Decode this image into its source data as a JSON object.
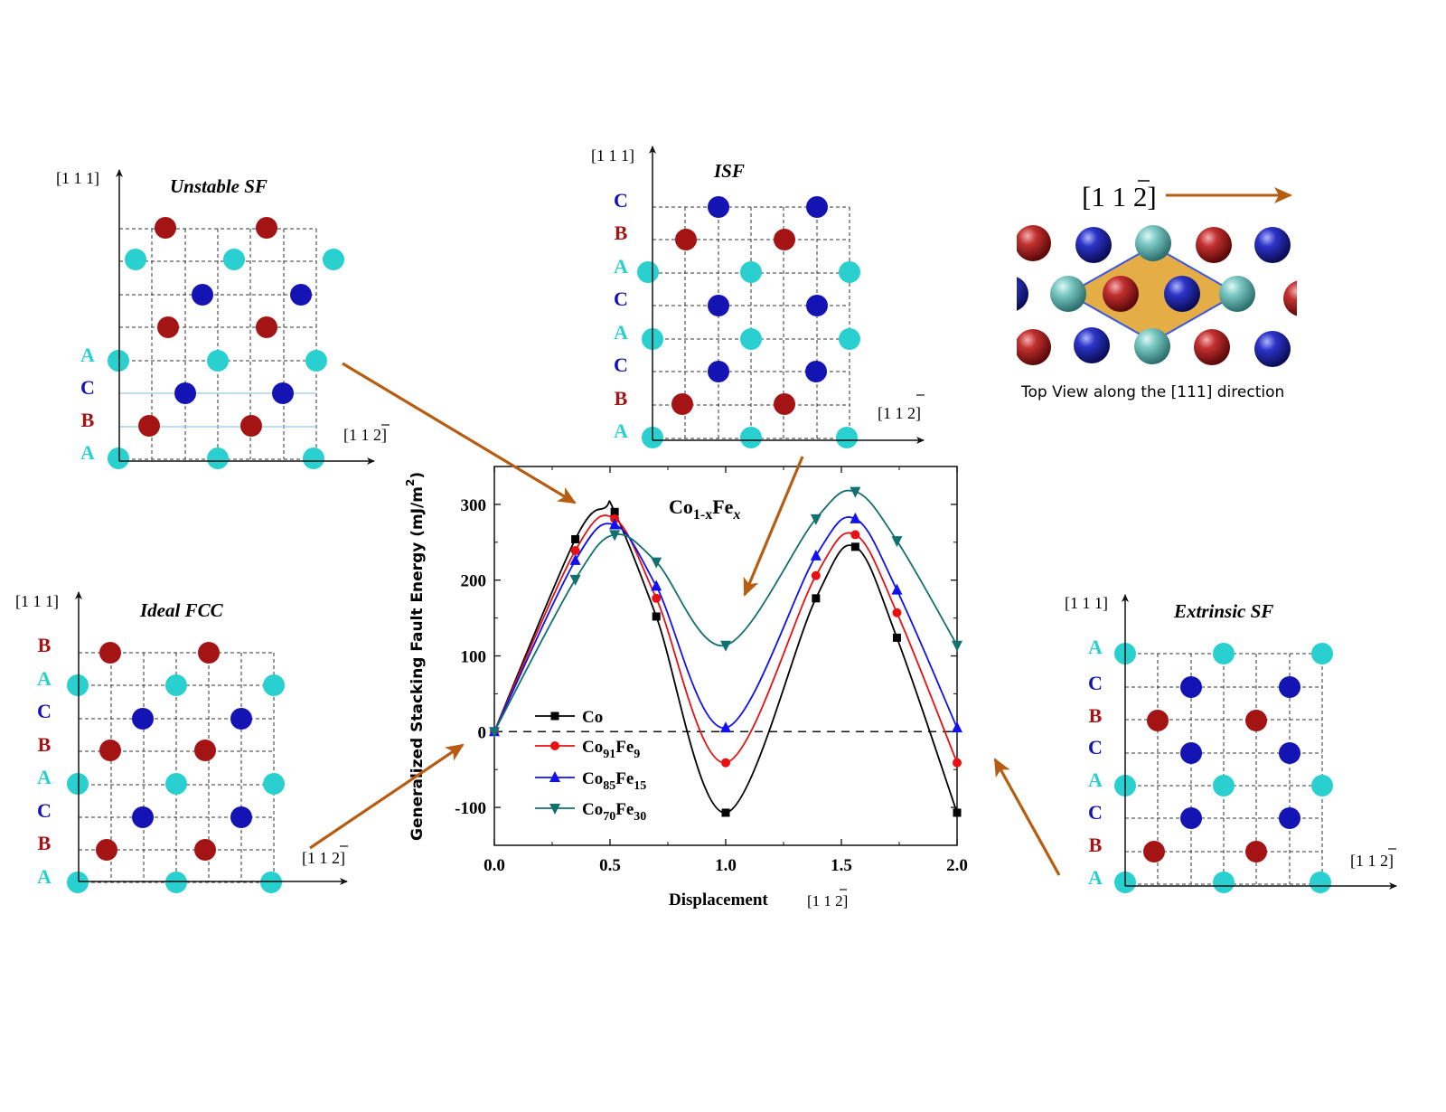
{
  "colors": {
    "A": "#2ad0d0",
    "B": "#a51414",
    "C": "#1414b4",
    "arrow": "#b65d12",
    "grid": "#333333",
    "hex_fill": "#e4ad45",
    "hex_stroke": "#3a57e0"
  },
  "axis_labels": {
    "vertical": "[1 1 1]",
    "horizontal": "[1 1 2]"
  },
  "panels": {
    "unstable": {
      "title": "Unstable SF",
      "layers": [
        "A",
        "C",
        "B",
        "A"
      ]
    },
    "isf": {
      "title": "ISF",
      "layers": [
        "C",
        "B",
        "A",
        "C",
        "A",
        "C",
        "B",
        "A"
      ]
    },
    "ideal": {
      "title": "Ideal FCC",
      "layers": [
        "B",
        "A",
        "C",
        "B",
        "A",
        "C",
        "B",
        "A"
      ]
    },
    "extrinsic": {
      "title": "Extrinsic SF",
      "layers": [
        "A",
        "C",
        "B",
        "C",
        "A",
        "C",
        "B",
        "A"
      ]
    }
  },
  "top_view": {
    "direction_label": "[1 1 2]",
    "caption": "Top View along the [111] direction"
  },
  "chart_data": {
    "type": "line",
    "title": "Co1-xFex",
    "title_parts": {
      "base": "Co",
      "sub1": "1-x",
      "mid": "Fe",
      "sub2": "x"
    },
    "xlabel": "Displacement",
    "xlabel_dir": "[1 1 2]",
    "ylabel": "Generalized Stacking Fault Energy (mJ/m",
    "ylabel_sup": "2",
    "ylabel_end": ")",
    "xlim": [
      0.0,
      2.0
    ],
    "ylim": [
      -150,
      350
    ],
    "xticks": [
      "0.0",
      "0.5",
      "1.0",
      "1.5",
      "2.0"
    ],
    "yticks": [
      "-100",
      "0",
      "100",
      "200",
      "300"
    ],
    "reference_line": 0,
    "legend_position": "lower-left",
    "series": [
      {
        "name": "Co",
        "legend_base": "Co",
        "legend_sub1": "",
        "legend_mid": "",
        "legend_sub2": "",
        "color": "#000000",
        "marker": "square",
        "x": [
          0.0,
          0.35,
          0.52,
          0.7,
          1.0,
          1.39,
          1.56,
          1.74,
          2.0
        ],
        "y": [
          0,
          254,
          290,
          152,
          -107,
          176,
          244,
          124,
          -107
        ],
        "curve_x": [
          0.0,
          0.35,
          0.48,
          0.52,
          0.7,
          1.0,
          1.39,
          1.56,
          1.74,
          2.0
        ],
        "curve_y": [
          0,
          254,
          296,
          290,
          152,
          -107,
          176,
          244,
          124,
          -107
        ]
      },
      {
        "name": "Co91Fe9",
        "legend_base": "Co",
        "legend_sub1": "91",
        "legend_mid": "Fe",
        "legend_sub2": "9",
        "color": "#e81010",
        "marker": "circle",
        "x": [
          0.0,
          0.35,
          0.52,
          0.7,
          1.0,
          1.39,
          1.56,
          1.74,
          2.0
        ],
        "y": [
          0,
          239,
          281,
          176,
          -41,
          206,
          260,
          157,
          -41
        ]
      },
      {
        "name": "Co85Fe15",
        "legend_base": "Co",
        "legend_sub1": "85",
        "legend_mid": "Fe",
        "legend_sub2": "15",
        "color": "#1010f0",
        "marker": "triangle-up",
        "x": [
          0.0,
          0.35,
          0.52,
          0.7,
          1.0,
          1.39,
          1.56,
          1.74,
          2.0
        ],
        "y": [
          0,
          226,
          273,
          192,
          5,
          232,
          281,
          187,
          5
        ]
      },
      {
        "name": "Co70Fe30",
        "legend_base": "Co",
        "legend_sub1": "70",
        "legend_mid": "Fe",
        "legend_sub2": "30",
        "color": "#137070",
        "marker": "triangle-down",
        "x": [
          0.0,
          0.35,
          0.52,
          0.7,
          1.0,
          1.39,
          1.56,
          1.74,
          2.0
        ],
        "y": [
          0,
          201,
          260,
          224,
          114,
          281,
          317,
          252,
          114
        ]
      }
    ]
  }
}
